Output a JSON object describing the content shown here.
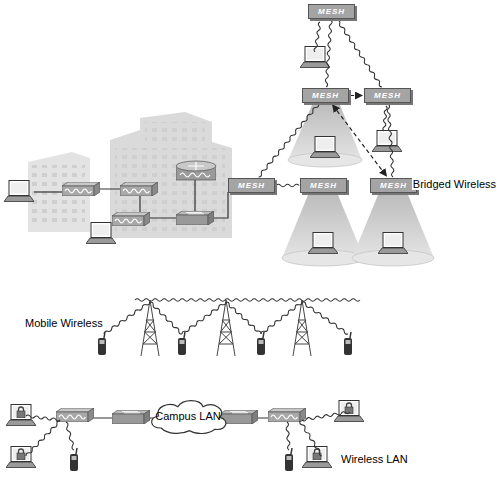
{
  "diagram": {
    "nodes": [
      {
        "text": [
          "MESH"
        ]
      },
      {
        "text": [
          "MESH"
        ]
      },
      {
        "text": [
          "MESH"
        ]
      },
      {
        "text": [
          "MESH"
        ]
      },
      {
        "text": [
          "MESH"
        ]
      },
      {
        "text": [
          "MESH"
        ]
      },
      {
        "text": [
          "Campus LAN"
        ]
      }
    ],
    "edges": [
      {
        "from": 0,
        "to": 1,
        "arrow": "none"
      },
      {
        "from": 0,
        "to": 2,
        "arrow": "none"
      },
      {
        "from": 1,
        "to": 2,
        "arrow": "to"
      },
      {
        "from": 1,
        "to": 5,
        "arrow": "both"
      },
      {
        "from": 2,
        "to": 5,
        "arrow": "none"
      },
      {
        "from": 1,
        "to": 3,
        "arrow": "none"
      },
      {
        "from": 3,
        "to": 4,
        "arrow": "none"
      }
    ],
    "labels": [
      "Bridged Wireless",
      "Mobile Wireless",
      "Wireless LAN"
    ]
  }
}
